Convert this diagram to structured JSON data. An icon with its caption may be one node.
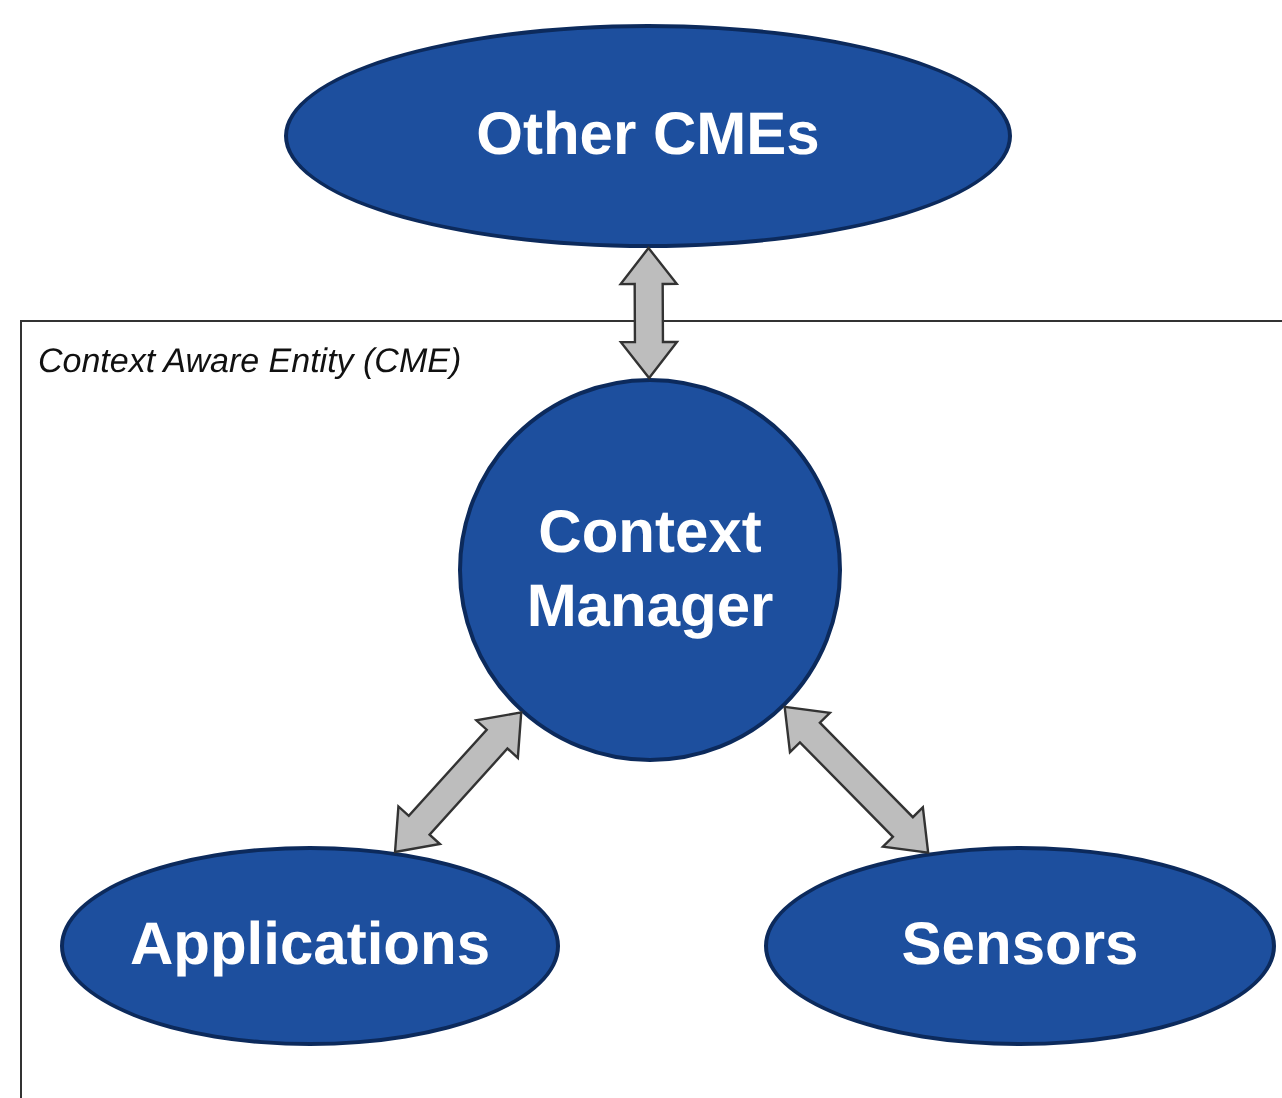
{
  "diagram": {
    "nodes": [
      {
        "text": [
          "Context Aware Entity (CME)"
        ]
      },
      {
        "text": [
          "Other CMEs"
        ]
      },
      {
        "text": [
          "Context Manager"
        ],
        "in": 0
      },
      {
        "text": [
          "Applications"
        ],
        "in": 0
      },
      {
        "text": [
          "Sensors"
        ],
        "in": 0
      }
    ],
    "edges": [
      {
        "from": 1,
        "to": 2,
        "arrow": "both"
      },
      {
        "from": 2,
        "to": 3,
        "arrow": "both"
      },
      {
        "from": 2,
        "to": 4,
        "arrow": "both"
      }
    ]
  }
}
